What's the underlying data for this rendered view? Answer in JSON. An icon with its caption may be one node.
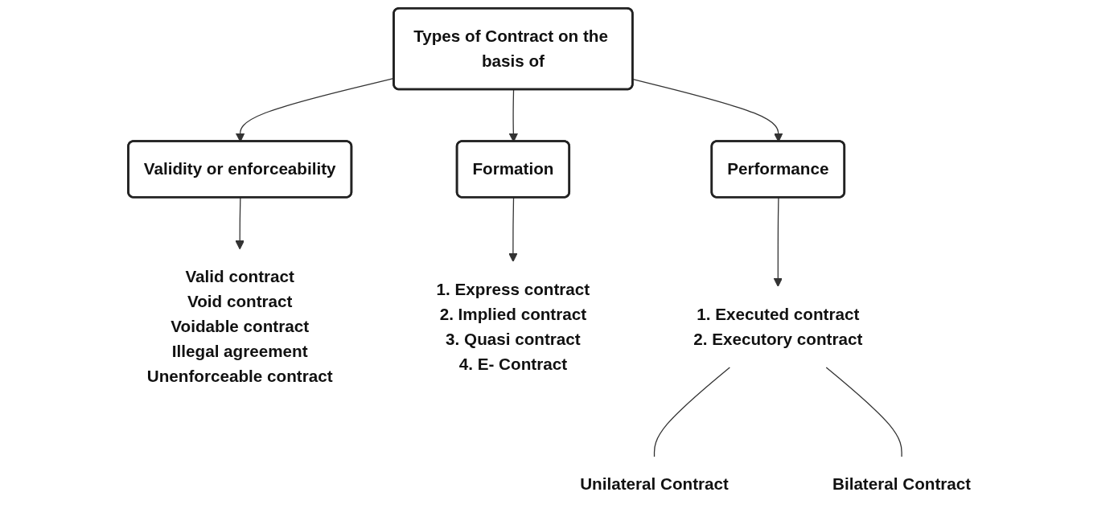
{
  "diagram": {
    "nodes": [
      {
        "text": [
          "Types of Contract on the basis of"
        ]
      },
      {
        "text": [
          "Validity or enforceability"
        ]
      },
      {
        "text": [
          "Formation"
        ]
      },
      {
        "text": [
          "Performance"
        ]
      },
      {
        "text": [
          "Valid contract",
          "Void contract",
          "Voidable contract",
          "Illegal agreement",
          "Unenforceable contract"
        ]
      },
      {
        "text": [
          "1. Express contract",
          "2. Implied contract",
          "3. Quasi contract",
          "4. E- Contract"
        ]
      },
      {
        "text": [
          "1. Executed contract",
          "2. Executory contract"
        ]
      },
      {
        "text": [
          "Unilateral Contract"
        ]
      },
      {
        "text": [
          "Bilateral Contract"
        ]
      }
    ],
    "edges": [
      {
        "from": 0,
        "to": 1,
        "arrow": "to"
      },
      {
        "from": 0,
        "to": 2,
        "arrow": "to"
      },
      {
        "from": 0,
        "to": 3,
        "arrow": "to"
      },
      {
        "from": 1,
        "to": 4,
        "arrow": "to"
      },
      {
        "from": 2,
        "to": 5,
        "arrow": "to"
      },
      {
        "from": 3,
        "to": 6,
        "arrow": "to"
      },
      {
        "from": 6,
        "to": 7,
        "arrow": "none"
      },
      {
        "from": 6,
        "to": 8,
        "arrow": "none"
      }
    ]
  }
}
